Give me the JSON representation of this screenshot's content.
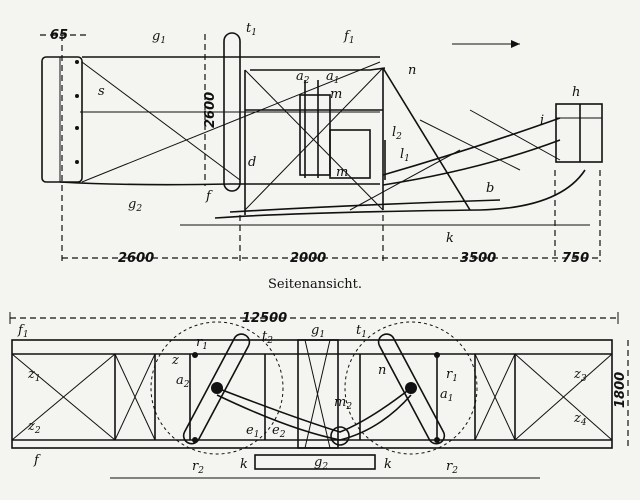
{
  "caption": "Seitenansicht.",
  "side_dims": {
    "d65": "65",
    "d2600v": "2600",
    "d2600": "2600",
    "d2000": "2000",
    "d3500": "3500",
    "d750": "750"
  },
  "top_dims": {
    "d12500": "12500",
    "d1800": "1800"
  },
  "side_labels": {
    "g1": "g",
    "g1s": "1",
    "t1": "t",
    "t1s": "1",
    "f1": "f",
    "f1s": "1",
    "s": "s",
    "a2": "a",
    "a2s": "2",
    "a1": "a",
    "a1s": "1",
    "n": "n",
    "m1": "m",
    "h": "h",
    "i": "i",
    "l2": "l",
    "l2s": "2",
    "l1": "l",
    "l1s": "1",
    "d": "d",
    "m": "m",
    "g2": "g",
    "g2s": "2",
    "f": "f",
    "b": "b",
    "k": "k"
  },
  "top_labels": {
    "f1": "f",
    "f1s": "1",
    "g1": "g",
    "g1s": "1",
    "t2": "t",
    "t2s": "2",
    "t1": "t",
    "t1s": "1",
    "r1a": "r",
    "r1as": "1",
    "r1b": "r",
    "r1bs": "1",
    "z1": "z",
    "z1s": "1",
    "z": "z",
    "n": "n",
    "z3": "z",
    "z3s": "3",
    "a2": "a",
    "a2s": "2",
    "a1": "a",
    "a1s": "1",
    "m2": "m",
    "m2s": "2",
    "z2": "z",
    "z2s": "2",
    "z4": "z",
    "z4s": "4",
    "e1": "e",
    "e1s": "1",
    "e2": "e",
    "e2s": "2",
    "f": "f",
    "r2a": "r",
    "r2as": "2",
    "r2b": "r",
    "r2bs": "2",
    "k1": "k",
    "k2": "k",
    "g2": "g",
    "g2s": "2"
  }
}
